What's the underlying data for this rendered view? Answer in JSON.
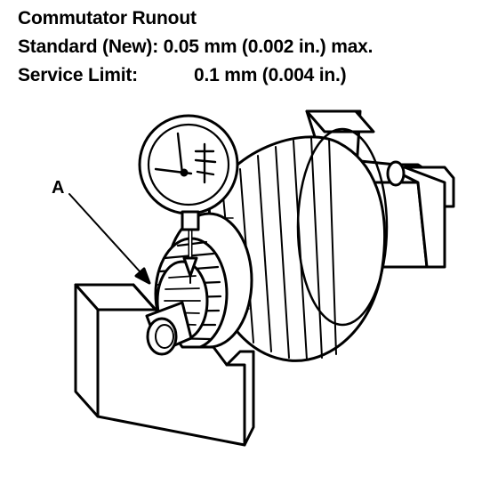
{
  "specs": {
    "title": "Commutator Runout",
    "standard": "Standard (New): 0.05 mm (0.002 in.) max.",
    "service_limit_label": "Service Limit:",
    "service_limit_value": "0.1 mm (0.004 in.)"
  },
  "callout": {
    "label": "A"
  },
  "colors": {
    "ink": "#000000",
    "paper": "#ffffff"
  }
}
